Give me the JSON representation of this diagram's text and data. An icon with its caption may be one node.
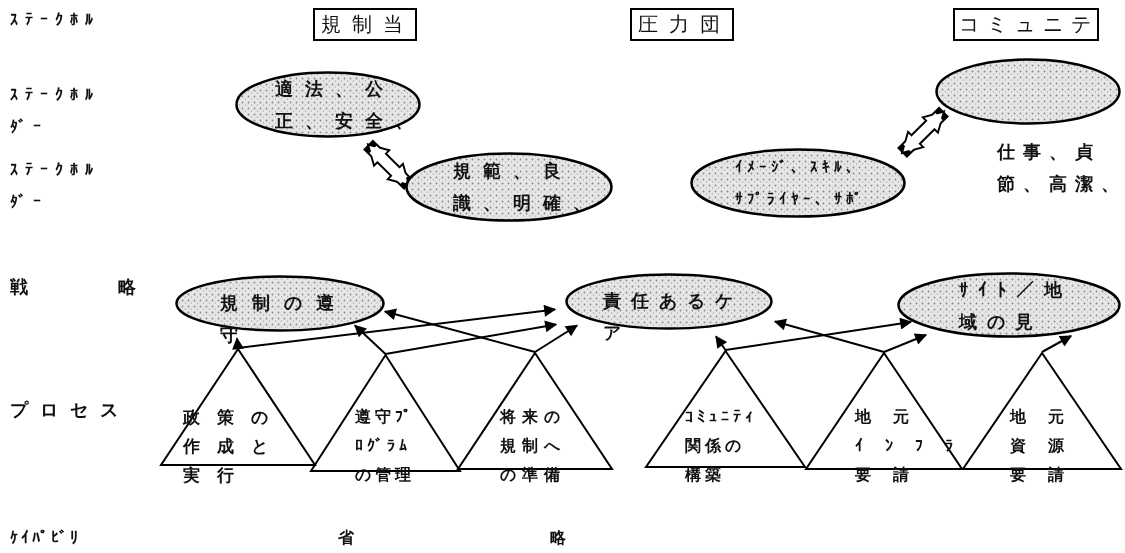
{
  "diagram": {
    "nodes": [
      {
        "text": [
          "規制当"
        ]
      },
      {
        "text": [
          "圧力団"
        ]
      },
      {
        "text": [
          "コミュニテ"
        ]
      },
      {
        "text": [
          "適法、公正、安全、"
        ]
      },
      {
        "text": [
          "仕事、貞節、高潔、"
        ]
      },
      {
        "text": [
          "規範、良識、明確、"
        ]
      },
      {
        "text": [
          "ｲﾒｰｼﾞ、ｽｷﾙ、ｻﾌﾟﾗｲﾔｰ、ｻﾎﾟ"
        ]
      },
      {
        "text": [
          "規制の遵守"
        ]
      },
      {
        "text": [
          "責任あるケア"
        ]
      },
      {
        "text": [
          "ｻｲﾄ／地域の見"
        ]
      },
      {
        "text": [
          "政策の作成と実行"
        ]
      },
      {
        "text": [
          "遵守ﾌﾟﾛｸﾞﾗﾑの管理"
        ]
      },
      {
        "text": [
          "将来の規制への準備"
        ]
      },
      {
        "text": [
          "ｺﾐｭﾆﾃｨ関係の構築"
        ]
      },
      {
        "text": [
          "地元ｲﾝﾌﾗ要請"
        ]
      },
      {
        "text": [
          "地元資源要請"
        ]
      }
    ],
    "edges": [
      {
        "from": 10,
        "to": 7,
        "arrow": "to"
      },
      {
        "from": 10,
        "to": 8,
        "arrow": "to"
      },
      {
        "from": 11,
        "to": 7,
        "arrow": "to"
      },
      {
        "from": 11,
        "to": 8,
        "arrow": "to"
      },
      {
        "from": 12,
        "to": 7,
        "arrow": "to"
      },
      {
        "from": 12,
        "to": 8,
        "arrow": "to"
      },
      {
        "from": 13,
        "to": 8,
        "arrow": "to"
      },
      {
        "from": 13,
        "to": 9,
        "arrow": "to"
      },
      {
        "from": 14,
        "to": 8,
        "arrow": "to"
      },
      {
        "from": 14,
        "to": 9,
        "arrow": "to"
      },
      {
        "from": 15,
        "to": 9,
        "arrow": "to"
      },
      {
        "from": 3,
        "to": 5,
        "arrow": "both",
        "style": "thick"
      },
      {
        "from": 6,
        "to": 4,
        "arrow": "both",
        "style": "thick"
      }
    ],
    "labels": [
      "ｽﾃｰｸﾎﾙ",
      "ｽﾃｰｸﾎﾙﾀﾞｰ",
      "ｽﾃｰｸﾎﾙﾀﾞｰ",
      "戦略",
      "プロセス",
      "ｹｲﾊﾟﾋﾞﾘ",
      "省略"
    ]
  }
}
